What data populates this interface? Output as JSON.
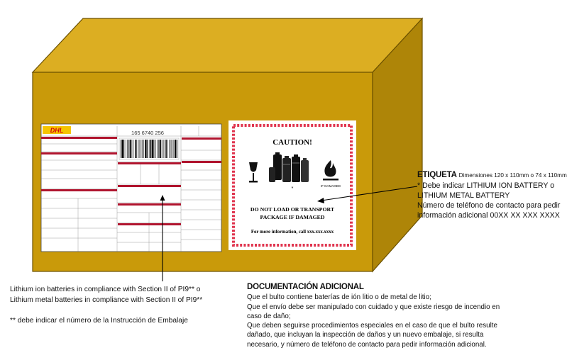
{
  "colors": {
    "box_front": "#c99a0a",
    "box_top": "#dcae22",
    "box_side": "#ae8508",
    "box_edge": "#6b5000",
    "dhl_yellow": "#f5c400",
    "dhl_red": "#d40511",
    "caution_border": "#e0344e"
  },
  "airwaybill": {
    "brand": "DHL",
    "awb_number": "165 6740 256"
  },
  "caution_label": {
    "title": "CAUTION!",
    "star": "*",
    "if_damaged": "IF DAMAGED",
    "warning_line1": "DO NOT LOAD OR TRANSPORT",
    "warning_line2": "PACKAGE IF DAMAGED",
    "info_line": "For more information, call xxx.xxx.xxxx"
  },
  "etiqueta": {
    "title": "ETIQUETA",
    "dimensions": "Dimensiones 120 x 110mm o 74 x 110mm",
    "lines": [
      "* Debe indicar LITHIUM ION BATTERY o",
      "LITHIUM METAL BATTERY",
      "Número de teléfono de contacto para pedir",
      "información adicional 00XX XX XXX XXXX"
    ]
  },
  "lithium_note": {
    "lines": [
      "Lithium ion batteries in compliance with Section II of PI9** o",
      "Lithium metal batteries in compliance with Section II of PI9**"
    ],
    "footnote": "** debe indicar el número de la Instrucción de Embalaje"
  },
  "documentacion": {
    "title": "DOCUMENTACIÓN ADICIONAL",
    "lines": [
      "Que el bulto contiene baterías de ión litio o de metal de litio;",
      "Que el envío debe ser manipulado  con cuidado y que existe riesgo de incendio en",
      "caso de daño;",
      "Que deben seguirse procedimientos especiales en el caso de que el bulto resulte",
      "dañado, que incluyan la inspección de daños y un nuevo embalaje, si resulta",
      "necesario, y número de teléfono de contacto para pedir información adicional."
    ]
  }
}
